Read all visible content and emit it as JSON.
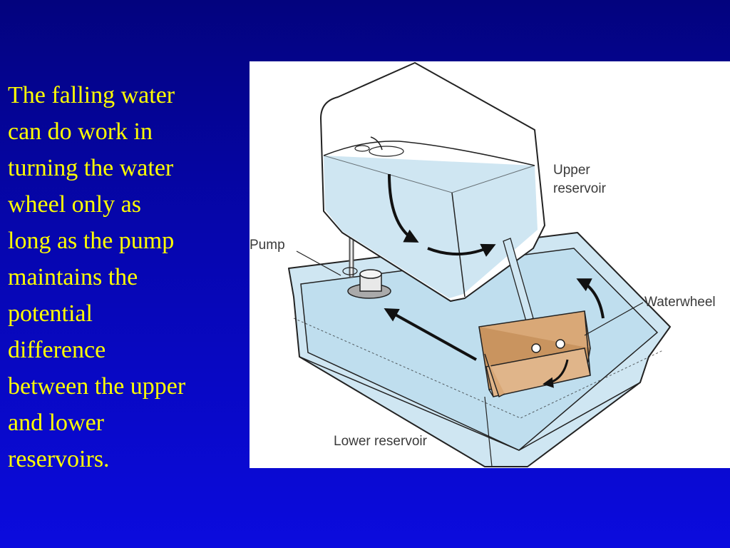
{
  "caption": {
    "lines": [
      "The falling water",
      "can do work in",
      "turning the water",
      "wheel only as",
      "long as the pump",
      "maintains the",
      "potential",
      "difference",
      "between the upper",
      "and lower",
      "reservoirs."
    ]
  },
  "figure": {
    "labels": {
      "upper_line1": "Upper",
      "upper_line2": "reservoir",
      "pump": "Pump",
      "waterwheel": "Waterwheel",
      "lower": "Lower reservoir"
    },
    "colors": {
      "water": "#cfe6f2",
      "water_dark": "#b7d8ea",
      "wheel": "#d9a877",
      "outline": "#222222"
    }
  }
}
